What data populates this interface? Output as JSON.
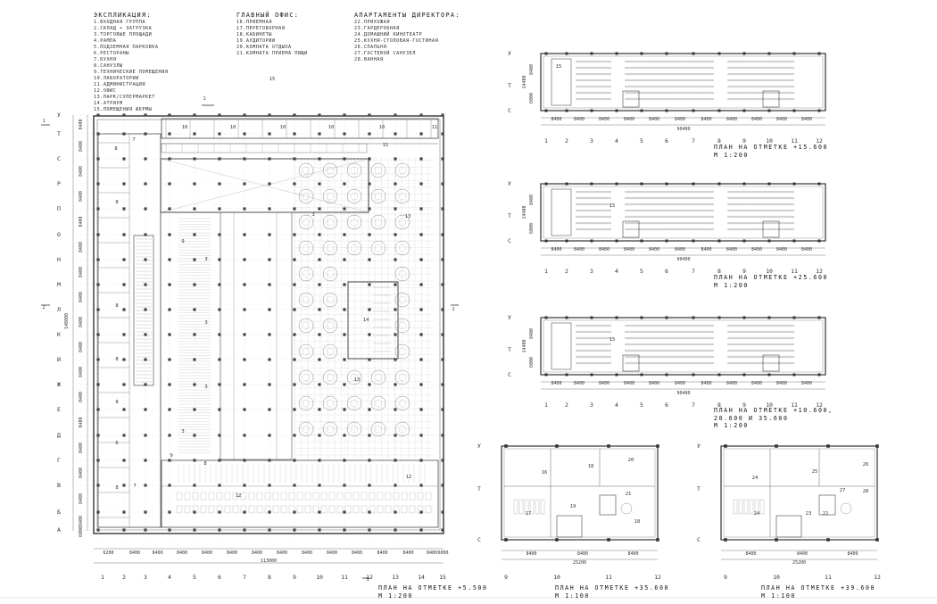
{
  "legend": {
    "explication_title": "ЭКСПЛИКАЦИЯ:",
    "explication_items": [
      "1.ВХОДНАЯ ГРУППА",
      "2.СКЛАД + ЗАГРУЗКА",
      "3.ТОРГОВЫЕ ПЛОЩАДИ",
      "4.РАМПА",
      "5.ПОДЗЕМНАЯ ПАРКОВКА",
      "6.РЕСТОРАНЫ",
      "7.КУХНЯ",
      "8.САНУЗЛЫ",
      "9.ТЕХНИЧЕСКИЕ ПОМЕЩЕНИЯ",
      "10.ЛАБОРАТОРИИ",
      "11.АДМИНИСТРАЦИЯ",
      "12.ОФИС",
      "13.ПАРК/СУПЕРМАРКЕТ",
      "14.АТРИУМ",
      "15.ПОМЕЩЕНИЯ ФЕРМЫ"
    ],
    "office_title": "ГЛАВНЫЙ ОФИС:",
    "office_items": [
      "16.ПРИЕМНАЯ",
      "17.ПЕРЕГОВОРНАЯ",
      "18.КАБИНЕТЫ",
      "19.АУДИТОРИИ",
      "20.КОМНАТА ОТДЫХА",
      "21.КОМНАТА ПРИЕМА ПИЩИ"
    ],
    "apart_title": "АПАРТАМЕНТЫ ДИРЕКТОРА:",
    "apart_items": [
      "22.ПРИХОЖАЯ",
      "23.ГАРДЕРОБНАЯ",
      "24.ДОМАШНИЙ КИНОТЕАТР",
      "25.КУХНЯ-СТОЛОВАЯ-ГОСТИНАЯ",
      "26.СПАЛЬНЯ",
      "27.ГОСТЕВОЙ САНУЗЕЛ",
      "28.ВАННАЯ"
    ]
  },
  "main_plan": {
    "row_axes": [
      "У",
      "Т",
      "С",
      "Р",
      "П",
      "О",
      "Н",
      "М",
      "Л",
      "К",
      "И",
      "Ж",
      "Е",
      "Д",
      "Г",
      "В",
      "Б",
      "А"
    ],
    "row_dims": [
      "8400",
      "8400",
      "8400",
      "8400",
      "8400",
      "8400",
      "8400",
      "8400",
      "8400",
      "8400",
      "8400",
      "8400",
      "8400",
      "8400",
      "8400",
      "8400",
      "8400",
      "6000"
    ],
    "col_axes": [
      "1",
      "2",
      "3",
      "4",
      "5",
      "6",
      "7",
      "8",
      "9",
      "10",
      "11",
      "12",
      "13",
      "14",
      "15"
    ],
    "col_dims": [
      "6200",
      "8400",
      "8400",
      "8400",
      "8400",
      "8400",
      "8400",
      "8400",
      "8400",
      "8400",
      "8400",
      "8400",
      "8400",
      "8400",
      "6000"
    ],
    "total_width": "113000",
    "total_height": "140800",
    "mark_1_1": "1",
    "mark_2_2": "2",
    "caption": "ПЛАН НА ОТМЕТКЕ +5.500\nМ 1:200",
    "room_numbers": [
      "15",
      "10",
      "10",
      "10",
      "10",
      "10",
      "11",
      "11",
      "8",
      "7",
      "9",
      "9",
      "13",
      "3",
      "3",
      "3",
      "3",
      "8",
      "8",
      "8",
      "8",
      "8",
      "14",
      "13",
      "7",
      "6",
      "12",
      "12",
      "8",
      "3"
    ]
  },
  "strip_plans": [
    {
      "caption": "ПЛАН НА ОТМЕТКЕ +15.600\nМ 1:200",
      "label": "15",
      "height_dim": "14400",
      "total": "90400",
      "row_axes": [
        "У",
        "Т",
        "С"
      ],
      "col_axes": [
        "1",
        "2",
        "3",
        "4",
        "5",
        "6",
        "7",
        "8",
        "9",
        "10",
        "11",
        "12"
      ],
      "col_dims": [
        "8400",
        "8400",
        "8400",
        "8400",
        "8400",
        "8400",
        "8400",
        "8400",
        "8400",
        "8400",
        "8400"
      ]
    },
    {
      "caption": "ПЛАН НА ОТМЕТКЕ +25.600\nМ 1:200",
      "label": "15",
      "height_dim": "14400",
      "total": "90400",
      "row_axes": [
        "У",
        "Т",
        "С"
      ],
      "col_axes": [
        "1",
        "2",
        "3",
        "4",
        "5",
        "6",
        "7",
        "8",
        "9",
        "10",
        "11",
        "12"
      ],
      "col_dims": [
        "8400",
        "8400",
        "8400",
        "8400",
        "8400",
        "8400",
        "8400",
        "8400",
        "8400",
        "8400",
        "8400"
      ]
    },
    {
      "caption": "ПЛАН НА ОТМЕТКЕ +10.600,\n20.600 И 35.600\nМ 1:200",
      "label": "15",
      "height_dim": "14400",
      "total": "90400",
      "row_axes": [
        "У",
        "Т",
        "С"
      ],
      "col_axes": [
        "1",
        "2",
        "3",
        "4",
        "5",
        "6",
        "7",
        "8",
        "9",
        "10",
        "11",
        "12"
      ],
      "col_dims": [
        "8400",
        "8400",
        "8400",
        "8400",
        "8400",
        "8400",
        "8400",
        "8400",
        "8400",
        "8400",
        "8400"
      ]
    }
  ],
  "small_plans": [
    {
      "caption": "ПЛАН НА ОТМЕТКЕ +35.600\nМ 1:100",
      "row_axes": [
        "У",
        "Т",
        "С"
      ],
      "col_axes": [
        "9",
        "10",
        "11",
        "12"
      ],
      "col_dims": [
        "8400",
        "8400",
        "8400"
      ],
      "total": "25200",
      "rooms": [
        "16",
        "18",
        "20",
        "17",
        "19",
        "21",
        "18"
      ]
    },
    {
      "caption": "ПЛАН НА ОТМЕТКЕ +39.600\nМ 1:100",
      "row_axes": [
        "У",
        "Т",
        "С"
      ],
      "col_axes": [
        "9",
        "10",
        "11",
        "12"
      ],
      "col_dims": [
        "8400",
        "8400",
        "8400"
      ],
      "total": "25200",
      "rooms": [
        "25",
        "26",
        "24",
        "27",
        "28",
        "24",
        "23",
        "22"
      ]
    }
  ]
}
